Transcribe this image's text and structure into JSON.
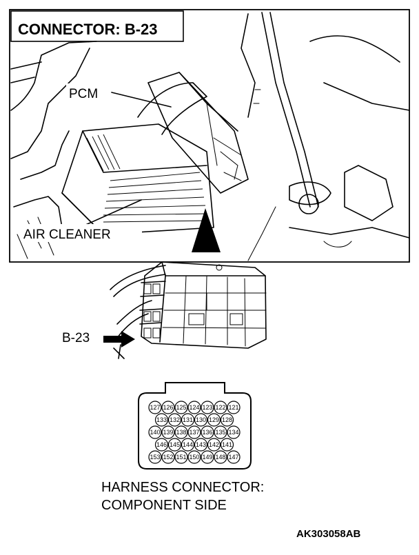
{
  "diagram": {
    "title": "CONNECTOR: B-23",
    "labels": {
      "pcm": "PCM",
      "air_cleaner": "AIR CLEANER",
      "connector_ref": "B-23"
    },
    "caption": {
      "line1": "HARNESS CONNECTOR:",
      "line2": "COMPONENT SIDE"
    },
    "figure_id": "AK303058AB",
    "connector_pins": {
      "rows": [
        [
          "127",
          "126",
          "125",
          "124",
          "123",
          "122",
          "121"
        ],
        [
          "133",
          "132",
          "131",
          "130",
          "129",
          "128"
        ],
        [
          "140",
          "139",
          "138",
          "137",
          "136",
          "135",
          "134"
        ],
        [
          "146",
          "145",
          "144",
          "143",
          "142",
          "141"
        ],
        [
          "153",
          "152",
          "151",
          "150",
          "149",
          "148",
          "147"
        ]
      ]
    }
  }
}
